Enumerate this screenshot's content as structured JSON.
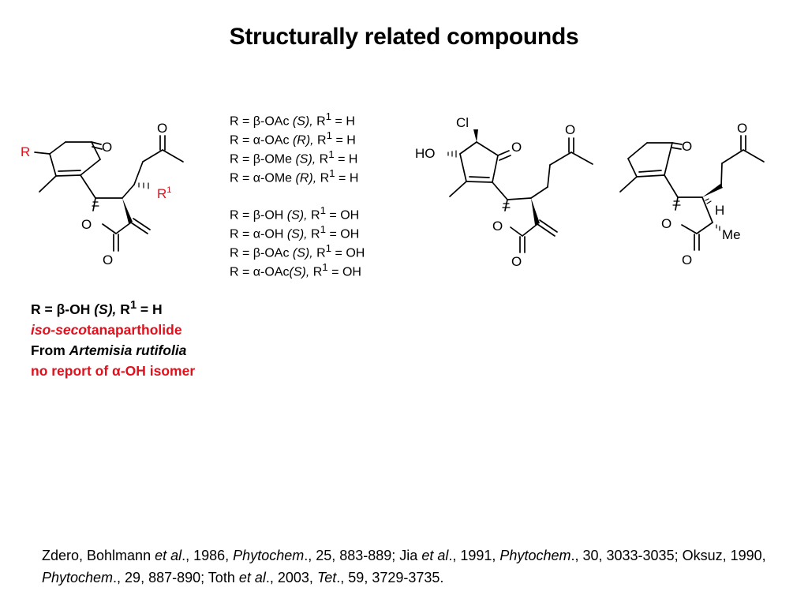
{
  "title": "Structurally related compounds",
  "colors": {
    "accent": "#e0101c",
    "text": "#000000",
    "background": "#ffffff"
  },
  "structure1": {
    "r": "R",
    "r1": "R",
    "r1_sup": "1",
    "o_ketone": "O",
    "o_side": "O",
    "o_ring": "O",
    "o_lactone": "O"
  },
  "structure2": {
    "cl": "Cl",
    "ho": "HO",
    "o_ketone": "O",
    "o_side": "O",
    "o_ring": "O",
    "o_lactone": "O"
  },
  "structure3": {
    "o_ketone": "O",
    "o_side": "O",
    "o_ring": "O",
    "o_lactone": "O",
    "h": "H",
    "me": "Me"
  },
  "variants": [
    {
      "prefix": "R = ",
      "greek": "β",
      "group": "-OAc ",
      "stereo": "(S),",
      "r1": " R",
      "sup": "1",
      "r1_val": " = H"
    },
    {
      "prefix": "R = ",
      "greek": "α",
      "group": "-OAc ",
      "stereo": "(R),",
      "r1": " R",
      "sup": "1",
      "r1_val": " = H"
    },
    {
      "prefix": "R = ",
      "greek": "β",
      "group": "-OMe ",
      "stereo": "(S),",
      "r1": " R",
      "sup": "1",
      "r1_val": " = H"
    },
    {
      "prefix": "R = ",
      "greek": "α",
      "group": "-OMe ",
      "stereo": "(R),",
      "r1": " R",
      "sup": "1",
      "r1_val": " = H"
    },
    {
      "prefix": "R = ",
      "greek": "β",
      "group": "-OH ",
      "stereo": "(S),",
      "r1": " R",
      "sup": "1",
      "r1_val": " = OH"
    },
    {
      "prefix": "R = ",
      "greek": "α",
      "group": "-OH ",
      "stereo": "(S),",
      "r1": " R",
      "sup": "1",
      "r1_val": " = OH"
    },
    {
      "prefix": "R = ",
      "greek": "β",
      "group": "-OAc ",
      "stereo": "(S),",
      "r1": " R",
      "sup": "1",
      "r1_val": " = OH"
    },
    {
      "prefix": "R = ",
      "greek": "α",
      "group": "-OAc",
      "stereo": "(S),",
      "r1": " R",
      "sup": "1",
      "r1_val": " = OH"
    }
  ],
  "info": {
    "line1": {
      "prefix": "R = ",
      "greek": "β",
      "group": "-OH ",
      "stereo": "(S),",
      "r1": " R",
      "sup": "1",
      "r1_val": " = H"
    },
    "line2": {
      "italic": "iso-seco",
      "rest": "tanapartholide"
    },
    "line3": {
      "prefix": "From ",
      "italic": "Artemisia rutifolia"
    },
    "line4": {
      "prefix": "no report of ",
      "greek": "α",
      "rest": "-OH isomer"
    }
  },
  "references": [
    {
      "text": "Zdero, Bohlmann "
    },
    {
      "text": "et al",
      "italic": true
    },
    {
      "text": "., 1986, "
    },
    {
      "text": "Phytochem",
      "italic": true
    },
    {
      "text": "., 25, 883-889; Jia "
    },
    {
      "text": "et al",
      "italic": true
    },
    {
      "text": "., 1991, "
    },
    {
      "text": "Phytochem",
      "italic": true
    },
    {
      "text": "., 30, 3033-3035; Oksuz, 1990, "
    },
    {
      "text": "Phytochem",
      "italic": true
    },
    {
      "text": "., 29, 887-890; Toth "
    },
    {
      "text": "et al",
      "italic": true
    },
    {
      "text": "., 2003, "
    },
    {
      "text": "Tet",
      "italic": true
    },
    {
      "text": "., 59, 3729-3735."
    }
  ]
}
